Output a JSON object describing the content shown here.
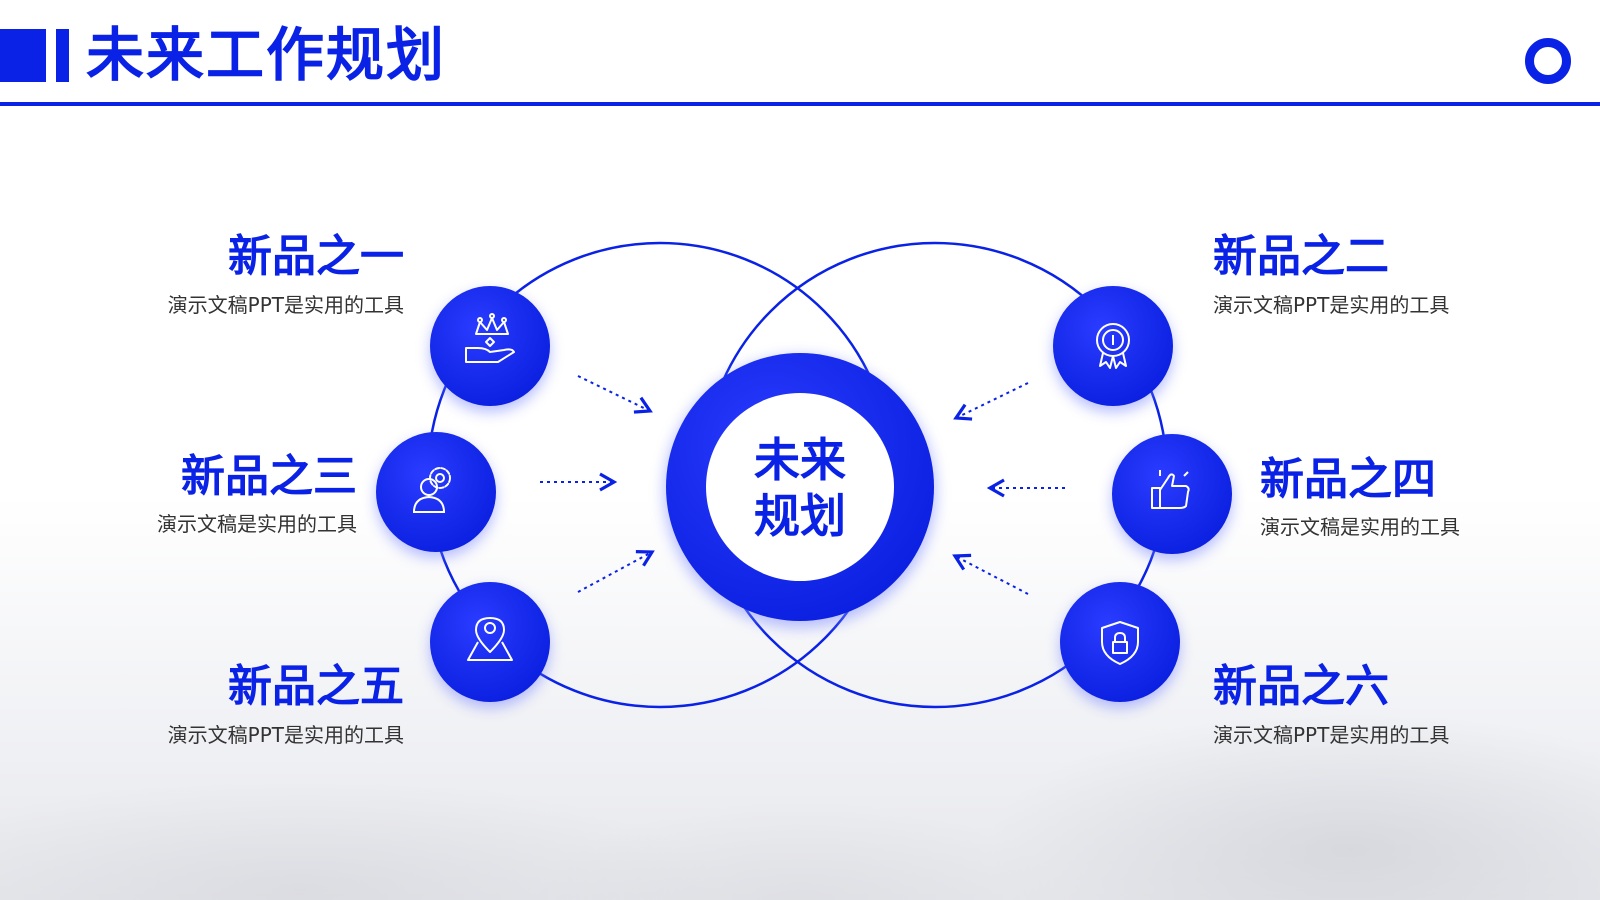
{
  "header": {
    "title": "未来工作规划"
  },
  "center": {
    "line1": "未来",
    "line2": "规划"
  },
  "items": [
    {
      "title": "新品之一",
      "desc": "演示文稿PPT是实用的工具",
      "icon": "crown-hand-icon"
    },
    {
      "title": "新品之二",
      "desc": "演示文稿PPT是实用的工具",
      "icon": "award-badge-icon"
    },
    {
      "title": "新品之三",
      "desc": "演示文稿是实用的工具",
      "icon": "person-gear-icon"
    },
    {
      "title": "新品之四",
      "desc": "演示文稿是实用的工具",
      "icon": "thumbs-up-icon"
    },
    {
      "title": "新品之五",
      "desc": "演示文稿PPT是实用的工具",
      "icon": "location-pin-icon"
    },
    {
      "title": "新品之六",
      "desc": "演示文稿PPT是实用的工具",
      "icon": "security-shield-icon"
    }
  ],
  "colors": {
    "accent": "#0a22e6",
    "text": "#333333",
    "background": "#ffffff"
  }
}
